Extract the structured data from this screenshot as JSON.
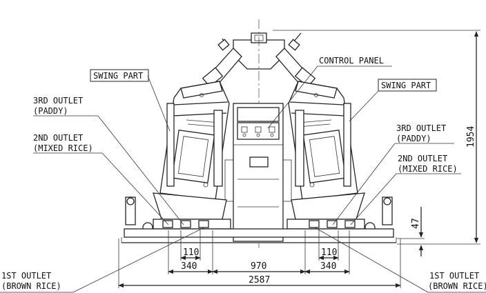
{
  "labels": {
    "swing_part_left": "SWING PART",
    "swing_part_right": "SWING PART",
    "control_panel": "CONTROL PANEL",
    "outlet3_left": [
      "3RD OUTLET",
      "(PADDY)"
    ],
    "outlet2_left": [
      "2ND OUTLET",
      "(MIXED RICE)"
    ],
    "outlet3_right": [
      "3RD OUTLET",
      "(PADDY)"
    ],
    "outlet2_right": [
      "2ND OUTLET",
      "(MIXED RICE)"
    ],
    "outlet1_left": [
      "1ST OUTLET",
      "(BROWN RICE)"
    ],
    "outlet1_right": [
      "1ST OUTLET",
      "(BROWN RICE)"
    ]
  },
  "dimensions": {
    "height_total": "1954",
    "height_base": "47",
    "w110_left": "110",
    "w340_left": "340",
    "w970": "970",
    "w110_right": "110",
    "w340_right": "340",
    "w2587": "2587"
  }
}
